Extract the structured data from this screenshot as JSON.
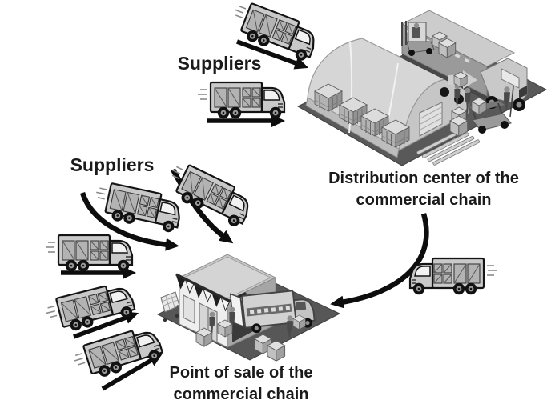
{
  "title": "Supply chain flow diagram",
  "labels": {
    "suppliers_top": "Suppliers",
    "suppliers_left": "Suppliers",
    "distribution_center": [
      "Distribution center of the",
      "commercial chain"
    ],
    "point_of_sale": [
      "Point of sale of the",
      "commercial chain"
    ]
  },
  "nodes": [
    {
      "id": "suppliers-top",
      "label": "Suppliers",
      "truck_count": 2
    },
    {
      "id": "suppliers-left",
      "label": "Suppliers",
      "truck_count": 5
    },
    {
      "id": "distribution-center",
      "label": "Distribution center of the commercial chain"
    },
    {
      "id": "point-of-sale",
      "label": "Point of sale of the commercial chain"
    },
    {
      "id": "transfer-truck",
      "label": ""
    }
  ],
  "flows": [
    {
      "from": "suppliers-top",
      "to": "distribution-center",
      "arrows": 2,
      "style": "straight"
    },
    {
      "from": "suppliers-left",
      "to": "point-of-sale",
      "arrows": 5,
      "style": "straight-and-curved"
    },
    {
      "from": "distribution-center",
      "to": "point-of-sale",
      "arrows": 1,
      "style": "curved"
    }
  ],
  "colors": {
    "background": "#ffffff",
    "text": "#1a1a1a",
    "arrow": "#0d0d0d",
    "truck_body": "#c9c9c9",
    "crate": "#b3b3b3",
    "ground": "#595959",
    "building_light": "#d6d6d6",
    "awning_dark": "#1f1f1f",
    "awning_light": "#f5f5f5"
  }
}
